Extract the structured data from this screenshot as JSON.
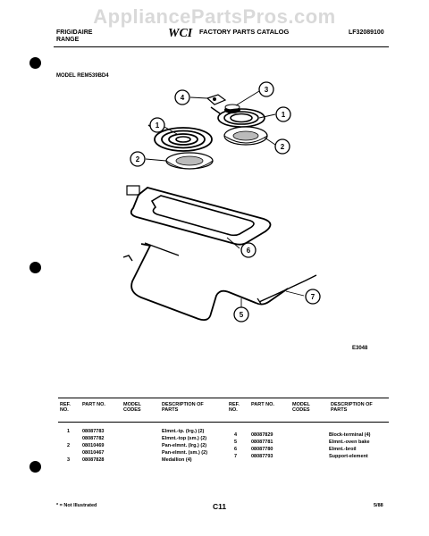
{
  "watermark": "AppliancePartsPros.com",
  "header": {
    "brand_line1": "FRIGIDAIRE",
    "brand_line2": "RANGE",
    "logo_text": "WCI",
    "catalog_title": "FACTORY PARTS CATALOG",
    "catalog_number": "LF32089100"
  },
  "model_label": "MODEL REM539BD4",
  "diagram": {
    "code": "E3048",
    "callouts": [
      "4",
      "3",
      "1",
      "1",
      "2",
      "2",
      "6",
      "7",
      "5"
    ]
  },
  "table": {
    "columns": [
      "REF. NO.",
      "PART NO.",
      "MODEL CODES",
      "DESCRIPTION OF PARTS"
    ],
    "left_rows": [
      {
        "ref": "1",
        "part": "08087783",
        "codes": "",
        "desc": "Elmnt.-tp. (lrg.) (2)"
      },
      {
        "ref": "",
        "part": "08087782",
        "codes": "",
        "desc": "Elmnt.-top (sm.) (2)"
      },
      {
        "ref": "2",
        "part": "08010469",
        "codes": "",
        "desc": "Pan-elmnt. (lrg.) (2)"
      },
      {
        "ref": "",
        "part": "08010467",
        "codes": "",
        "desc": "Pan-elmnt. (sm.) (2)"
      },
      {
        "ref": "3",
        "part": "08087828",
        "codes": "",
        "desc": "Medallion (4)"
      }
    ],
    "right_rows": [
      {
        "ref": "4",
        "part": "08087829",
        "codes": "",
        "desc": "Block-terminal (4)"
      },
      {
        "ref": "5",
        "part": "08087781",
        "codes": "",
        "desc": "Elmnt.-oven bake"
      },
      {
        "ref": "6",
        "part": "08087780",
        "codes": "",
        "desc": "Elmnt.-broil"
      },
      {
        "ref": "7",
        "part": "08087793",
        "codes": "",
        "desc": "Support-element"
      }
    ]
  },
  "footer": {
    "note": "* = Not Illustrated",
    "page": "C11",
    "date": "5/88"
  }
}
